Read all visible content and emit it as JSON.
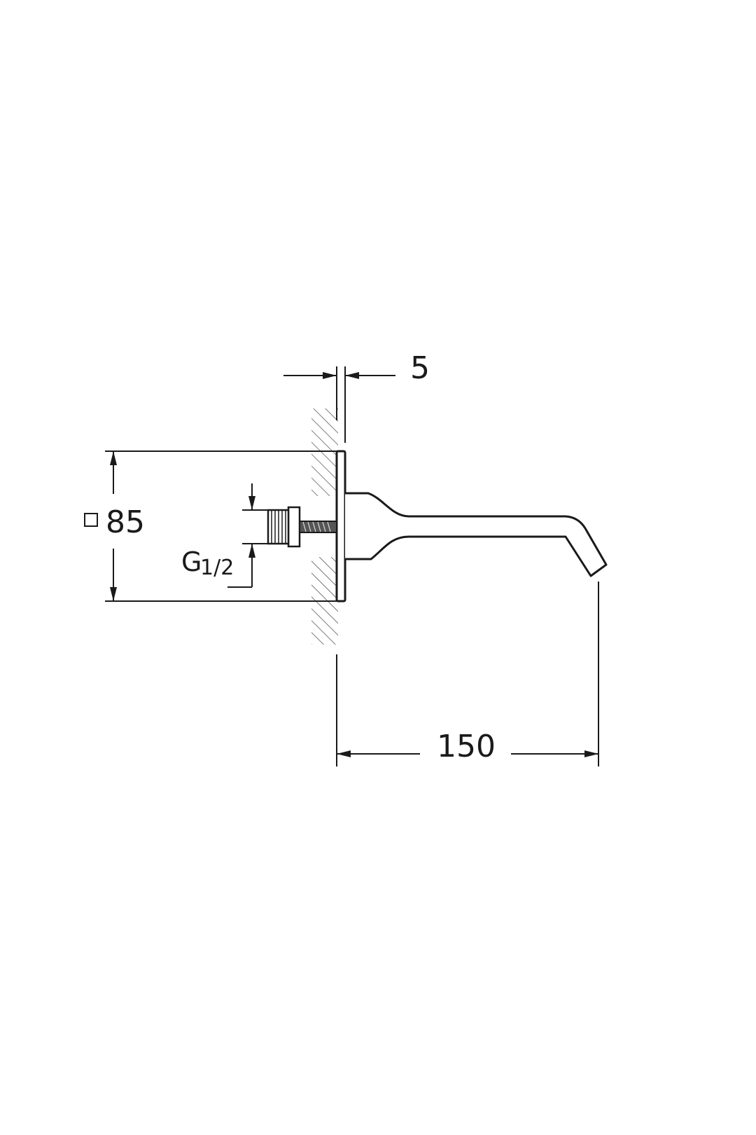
{
  "drawing": {
    "dimensions": {
      "plate_thickness": "5",
      "plate_size": "85",
      "plate_size_symbol": "□",
      "thread": "G",
      "thread_fraction": "1/2",
      "spout_projection": "150"
    },
    "colors": {
      "line": "#1a1a1a",
      "hatch": "#333333",
      "background": "#ffffff"
    }
  }
}
